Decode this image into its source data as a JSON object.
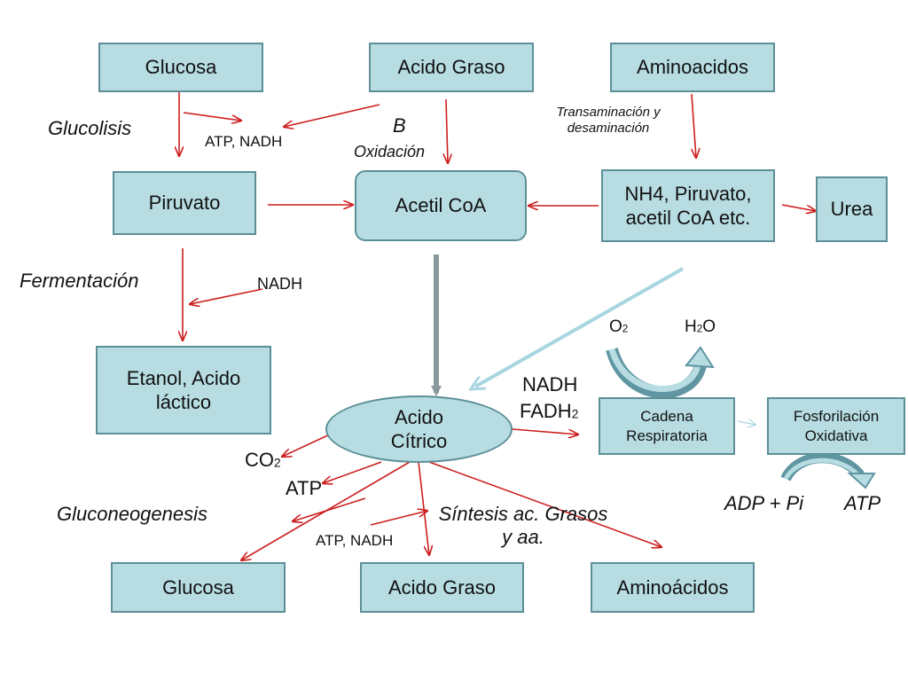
{
  "nodes": {
    "glucosa_top": "Glucosa",
    "acido_graso_top": "Acido Graso",
    "aminoacidos_top": "Aminoacidos",
    "piruvato": "Piruvato",
    "acetil_coa": "Acetil CoA",
    "nh4_line1": "NH4, Piruvato,",
    "nh4_line2": "acetil CoA etc.",
    "urea": "Urea",
    "etanol_line1": "Etanol, Acido",
    "etanol_line2": "láctico",
    "acido_citrico_line1": "Acido",
    "acido_citrico_line2": "Cítrico",
    "cadena_line1": "Cadena",
    "cadena_line2": "Respiratoria",
    "fosforilacion_line1": "Fosforilación",
    "fosforilacion_line2": "Oxidativa",
    "glucosa_bottom": "Glucosa",
    "acido_graso_bottom": "Acido Graso",
    "aminoacidos_bottom": "Aminoácidos"
  },
  "labels": {
    "glucolisis": "Glucolisis",
    "atp_nadh_top": "ATP, NADH",
    "b_oxidacion_b": "B",
    "b_oxidacion_word": "Oxidación",
    "transaminacion_line1": "Transaminación y",
    "transaminacion_line2": "desaminación",
    "fermentacion": "Fermentación",
    "nadh_ferm": "NADH",
    "o2_base": "O",
    "o2_sub": "2",
    "h2o_h": "H",
    "h2o_sub": "2",
    "h2o_o": "O",
    "nadh_resp": "NADH",
    "fadh2_base": "FADH",
    "fadh2_sub": "2",
    "co2_base": "CO",
    "co2_sub": "2",
    "atp_citric": "ATP",
    "adp_pi": "ADP + Pi",
    "atp_fosfo": "ATP",
    "gluconeogenesis": "Gluconeogenesis",
    "sintesis_line1": "Síntesis ac. Grasos",
    "sintesis_line2": "y aa.",
    "atp_nadh_bottom": "ATP, NADH"
  },
  "colors": {
    "box_fill": "#b7dde3",
    "box_border": "#5c8f97",
    "arrow_red": "#cc1f1f",
    "arrow_gray": "#8a9a9c",
    "arrow_light_blue": "#a8d6e0",
    "curved_arrow": "#6a9fab"
  }
}
